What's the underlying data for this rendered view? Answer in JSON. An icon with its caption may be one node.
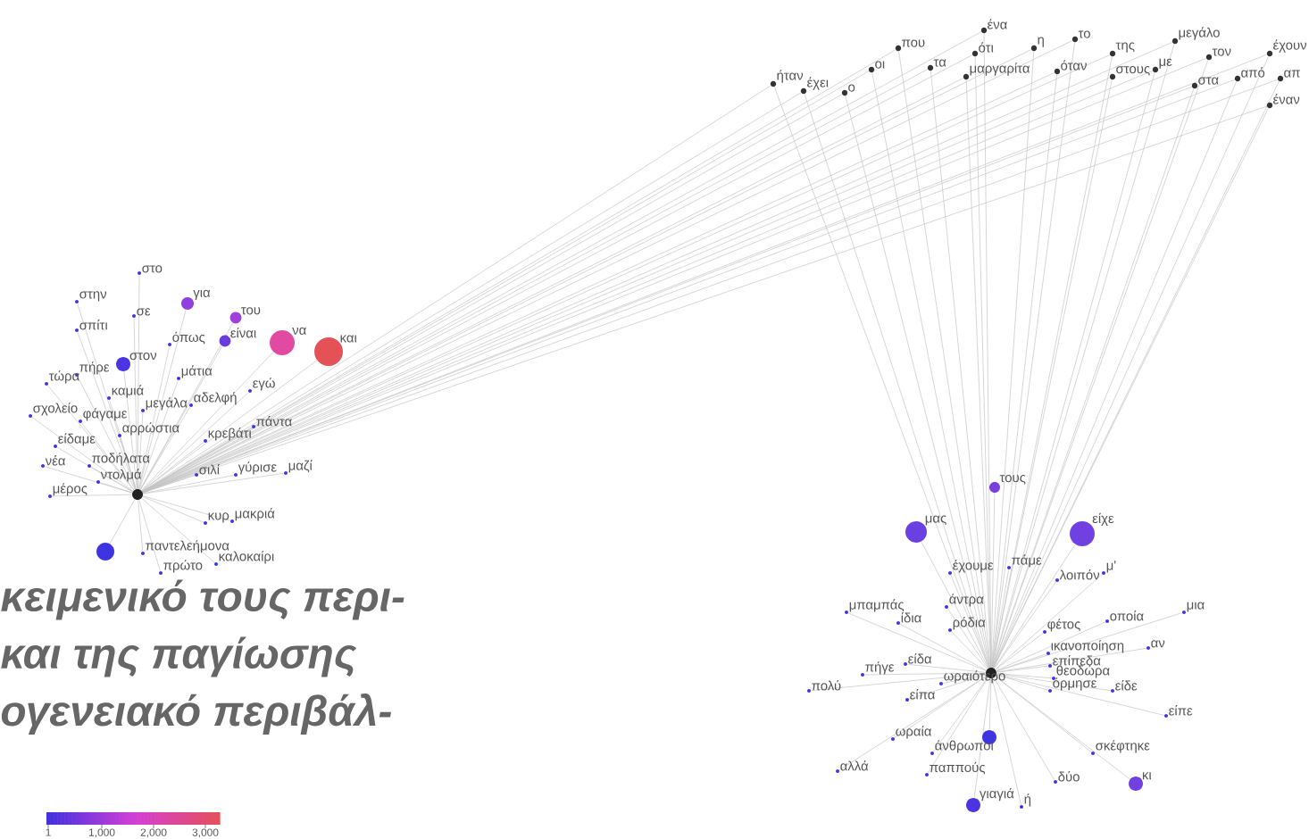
{
  "diagram": {
    "nodes": [
      {
        "text": [
          "ήταν"
        ]
      },
      {
        "text": [
          "έχει"
        ]
      },
      {
        "text": [
          "ο"
        ]
      },
      {
        "text": [
          "οι"
        ]
      },
      {
        "text": [
          "που"
        ]
      },
      {
        "text": [
          "τα"
        ]
      },
      {
        "text": [
          "ένα"
        ]
      },
      {
        "text": [
          "ότι"
        ]
      },
      {
        "text": [
          "μαργαρίτα"
        ]
      },
      {
        "text": [
          "η"
        ]
      },
      {
        "text": [
          "το"
        ]
      },
      {
        "text": [
          "όταν"
        ]
      },
      {
        "text": [
          "της"
        ]
      },
      {
        "text": [
          "στους"
        ]
      },
      {
        "text": [
          "με"
        ]
      },
      {
        "text": [
          "μεγάλο"
        ]
      },
      {
        "text": [
          "τον"
        ]
      },
      {
        "text": [
          "στα"
        ]
      },
      {
        "text": [
          "από"
        ]
      },
      {
        "text": [
          "έχουν"
        ]
      },
      {
        "text": [
          "απ"
        ]
      },
      {
        "text": [
          "έναν"
        ]
      },
      {
        "text": [],
        "shape": "circle"
      },
      {
        "text": [
          "στο"
        ]
      },
      {
        "text": [
          "στην"
        ]
      },
      {
        "text": [
          "για"
        ]
      },
      {
        "text": [
          "σε"
        ]
      },
      {
        "text": [
          "του"
        ]
      },
      {
        "text": [
          "σπίτι"
        ]
      },
      {
        "text": [
          "είναι"
        ]
      },
      {
        "text": [
          "όπως"
        ]
      },
      {
        "text": [
          "να"
        ]
      },
      {
        "text": [
          "στον"
        ]
      },
      {
        "text": [
          "πήρε"
        ]
      },
      {
        "text": [
          "μάτια"
        ]
      },
      {
        "text": [
          "και"
        ]
      },
      {
        "text": [
          "τώρα"
        ]
      },
      {
        "text": [
          "εγώ"
        ]
      },
      {
        "text": [
          "καμιά"
        ]
      },
      {
        "text": [
          "αδελφή"
        ]
      },
      {
        "text": [
          "μεγάλα"
        ]
      },
      {
        "text": [
          "σχολείο"
        ]
      },
      {
        "text": [
          "φάγαμε"
        ]
      },
      {
        "text": [
          "πάντα"
        ]
      },
      {
        "text": [
          "αρρώστια"
        ]
      },
      {
        "text": [
          "κρεβάτι"
        ]
      },
      {
        "text": [
          "είδαμε"
        ]
      },
      {
        "text": [
          "νέα"
        ]
      },
      {
        "text": [
          "ποδήλατα"
        ]
      },
      {
        "text": [
          "σιλί"
        ]
      },
      {
        "text": [
          "γύρισε"
        ]
      },
      {
        "text": [
          "μαζί"
        ]
      },
      {
        "text": [
          "ντολμά"
        ]
      },
      {
        "text": [
          "μέρος"
        ]
      },
      {
        "text": [
          "μακριά"
        ]
      },
      {
        "text": [
          "κυρ"
        ]
      },
      {
        "text": [],
        "shape": "circle"
      },
      {
        "text": [
          "παντελεήμονα"
        ]
      },
      {
        "text": [
          "καλοκαίρι"
        ]
      },
      {
        "text": [
          "πρώτο"
        ]
      },
      {
        "text": [],
        "shape": "circle"
      },
      {
        "text": [
          "τους"
        ]
      },
      {
        "text": [
          "μας"
        ]
      },
      {
        "text": [
          "είχε"
        ]
      },
      {
        "text": [
          "έχουμε"
        ]
      },
      {
        "text": [
          "πάμε"
        ]
      },
      {
        "text": [
          "λοιπόν"
        ]
      },
      {
        "text": [
          "μ'"
        ]
      },
      {
        "text": [
          "μπαμπάς"
        ]
      },
      {
        "text": [
          "άντρα"
        ]
      },
      {
        "text": [
          "μια"
        ]
      },
      {
        "text": [
          "ίδια"
        ]
      },
      {
        "text": [
          "οποία"
        ]
      },
      {
        "text": [
          "ρόδια"
        ]
      },
      {
        "text": [
          "φέτος"
        ]
      },
      {
        "text": [
          "αν"
        ]
      },
      {
        "text": [
          "ικανοποίηση"
        ]
      },
      {
        "text": [
          "είδα"
        ]
      },
      {
        "text": [
          "επίπεδα"
        ]
      },
      {
        "text": [
          "πήγε"
        ]
      },
      {
        "text": [
          "θεοδώρα"
        ]
      },
      {
        "text": [
          "ωραιότερο"
        ]
      },
      {
        "text": [
          "όρμησε"
        ]
      },
      {
        "text": [
          "πολύ"
        ]
      },
      {
        "text": [
          "είδε"
        ]
      },
      {
        "text": [
          "είπα"
        ]
      },
      {
        "text": [
          "είπε"
        ]
      },
      {
        "text": [],
        "shape": "circle"
      },
      {
        "text": [
          "ωραία"
        ]
      },
      {
        "text": [
          "άνθρωποι"
        ]
      },
      {
        "text": [
          "σκέφτηκε"
        ]
      },
      {
        "text": [
          "αλλά"
        ]
      },
      {
        "text": [
          "παππούς"
        ]
      },
      {
        "text": [
          "δύο"
        ]
      },
      {
        "text": [
          "κι"
        ]
      },
      {
        "text": [
          "γιαγιά"
        ]
      },
      {
        "text": [
          "ή"
        ]
      }
    ],
    "edges": [
      {
        "from": 0,
        "to": 22,
        "arrow": "none"
      },
      {
        "from": 0,
        "to": 60,
        "arrow": "none"
      },
      {
        "from": 1,
        "to": 22,
        "arrow": "none"
      },
      {
        "from": 1,
        "to": 60,
        "arrow": "none"
      },
      {
        "from": 2,
        "to": 22,
        "arrow": "none"
      },
      {
        "from": 2,
        "to": 60,
        "arrow": "none"
      },
      {
        "from": 3,
        "to": 22,
        "arrow": "none"
      },
      {
        "from": 3,
        "to": 60,
        "arrow": "none"
      },
      {
        "from": 4,
        "to": 22,
        "arrow": "none"
      },
      {
        "from": 4,
        "to": 60,
        "arrow": "none"
      },
      {
        "from": 5,
        "to": 22,
        "arrow": "none"
      },
      {
        "from": 5,
        "to": 60,
        "arrow": "none"
      },
      {
        "from": 6,
        "to": 22,
        "arrow": "none"
      },
      {
        "from": 6,
        "to": 60,
        "arrow": "none"
      },
      {
        "from": 7,
        "to": 22,
        "arrow": "none"
      },
      {
        "from": 7,
        "to": 60,
        "arrow": "none"
      },
      {
        "from": 8,
        "to": 22,
        "arrow": "none"
      },
      {
        "from": 8,
        "to": 60,
        "arrow": "none"
      },
      {
        "from": 9,
        "to": 22,
        "arrow": "none"
      },
      {
        "from": 9,
        "to": 60,
        "arrow": "none"
      },
      {
        "from": 10,
        "to": 22,
        "arrow": "none"
      },
      {
        "from": 10,
        "to": 60,
        "arrow": "none"
      },
      {
        "from": 11,
        "to": 22,
        "arrow": "none"
      },
      {
        "from": 11,
        "to": 60,
        "arrow": "none"
      },
      {
        "from": 12,
        "to": 22,
        "arrow": "none"
      },
      {
        "from": 12,
        "to": 60,
        "arrow": "none"
      },
      {
        "from": 13,
        "to": 22,
        "arrow": "none"
      },
      {
        "from": 13,
        "to": 60,
        "arrow": "none"
      },
      {
        "from": 14,
        "to": 22,
        "arrow": "none"
      },
      {
        "from": 14,
        "to": 60,
        "arrow": "none"
      },
      {
        "from": 15,
        "to": 22,
        "arrow": "none"
      },
      {
        "from": 15,
        "to": 60,
        "arrow": "none"
      },
      {
        "from": 16,
        "to": 22,
        "arrow": "none"
      },
      {
        "from": 16,
        "to": 60,
        "arrow": "none"
      },
      {
        "from": 17,
        "to": 22,
        "arrow": "none"
      },
      {
        "from": 17,
        "to": 60,
        "arrow": "none"
      },
      {
        "from": 18,
        "to": 22,
        "arrow": "none"
      },
      {
        "from": 18,
        "to": 60,
        "arrow": "none"
      },
      {
        "from": 19,
        "to": 22,
        "arrow": "none"
      },
      {
        "from": 19,
        "to": 60,
        "arrow": "none"
      },
      {
        "from": 20,
        "to": 22,
        "arrow": "none"
      },
      {
        "from": 20,
        "to": 60,
        "arrow": "none"
      },
      {
        "from": 21,
        "to": 22,
        "arrow": "none"
      },
      {
        "from": 21,
        "to": 60,
        "arrow": "none"
      },
      {
        "from": 23,
        "to": 22,
        "arrow": "none"
      },
      {
        "from": 24,
        "to": 22,
        "arrow": "none"
      },
      {
        "from": 25,
        "to": 22,
        "arrow": "none"
      },
      {
        "from": 26,
        "to": 22,
        "arrow": "none"
      },
      {
        "from": 27,
        "to": 22,
        "arrow": "none"
      },
      {
        "from": 28,
        "to": 22,
        "arrow": "none"
      },
      {
        "from": 29,
        "to": 22,
        "arrow": "none"
      },
      {
        "from": 30,
        "to": 22,
        "arrow": "none"
      },
      {
        "from": 31,
        "to": 22,
        "arrow": "none"
      },
      {
        "from": 32,
        "to": 22,
        "arrow": "none"
      },
      {
        "from": 33,
        "to": 22,
        "arrow": "none"
      },
      {
        "from": 34,
        "to": 22,
        "arrow": "none"
      },
      {
        "from": 35,
        "to": 22,
        "arrow": "none"
      },
      {
        "from": 36,
        "to": 22,
        "arrow": "none"
      },
      {
        "from": 37,
        "to": 22,
        "arrow": "none"
      },
      {
        "from": 38,
        "to": 22,
        "arrow": "none"
      },
      {
        "from": 39,
        "to": 22,
        "arrow": "none"
      },
      {
        "from": 40,
        "to": 22,
        "arrow": "none"
      },
      {
        "from": 41,
        "to": 22,
        "arrow": "none"
      },
      {
        "from": 42,
        "to": 22,
        "arrow": "none"
      },
      {
        "from": 43,
        "to": 22,
        "arrow": "none"
      },
      {
        "from": 44,
        "to": 22,
        "arrow": "none"
      },
      {
        "from": 45,
        "to": 22,
        "arrow": "none"
      },
      {
        "from": 46,
        "to": 22,
        "arrow": "none"
      },
      {
        "from": 47,
        "to": 22,
        "arrow": "none"
      },
      {
        "from": 48,
        "to": 22,
        "arrow": "none"
      },
      {
        "from": 49,
        "to": 22,
        "arrow": "none"
      },
      {
        "from": 50,
        "to": 22,
        "arrow": "none"
      },
      {
        "from": 51,
        "to": 22,
        "arrow": "none"
      },
      {
        "from": 52,
        "to": 22,
        "arrow": "none"
      },
      {
        "from": 53,
        "to": 22,
        "arrow": "none"
      },
      {
        "from": 54,
        "to": 22,
        "arrow": "none"
      },
      {
        "from": 55,
        "to": 22,
        "arrow": "none"
      },
      {
        "from": 56,
        "to": 22,
        "arrow": "none"
      },
      {
        "from": 57,
        "to": 22,
        "arrow": "none"
      },
      {
        "from": 58,
        "to": 22,
        "arrow": "none"
      },
      {
        "from": 59,
        "to": 22,
        "arrow": "none"
      },
      {
        "from": 61,
        "to": 60,
        "arrow": "none"
      },
      {
        "from": 62,
        "to": 60,
        "arrow": "none"
      },
      {
        "from": 63,
        "to": 60,
        "arrow": "none"
      },
      {
        "from": 64,
        "to": 60,
        "arrow": "none"
      },
      {
        "from": 65,
        "to": 60,
        "arrow": "none"
      },
      {
        "from": 66,
        "to": 60,
        "arrow": "none"
      },
      {
        "from": 67,
        "to": 60,
        "arrow": "none"
      },
      {
        "from": 68,
        "to": 60,
        "arrow": "none"
      },
      {
        "from": 69,
        "to": 60,
        "arrow": "none"
      },
      {
        "from": 70,
        "to": 60,
        "arrow": "none"
      },
      {
        "from": 71,
        "to": 60,
        "arrow": "none"
      },
      {
        "from": 72,
        "to": 60,
        "arrow": "none"
      },
      {
        "from": 73,
        "to": 60,
        "arrow": "none"
      },
      {
        "from": 74,
        "to": 60,
        "arrow": "none"
      },
      {
        "from": 75,
        "to": 60,
        "arrow": "none"
      },
      {
        "from": 76,
        "to": 60,
        "arrow": "none"
      },
      {
        "from": 77,
        "to": 60,
        "arrow": "none"
      },
      {
        "from": 78,
        "to": 60,
        "arrow": "none"
      },
      {
        "from": 79,
        "to": 60,
        "arrow": "none"
      },
      {
        "from": 80,
        "to": 60,
        "arrow": "none"
      },
      {
        "from": 81,
        "to": 60,
        "arrow": "none"
      },
      {
        "from": 82,
        "to": 60,
        "arrow": "none"
      },
      {
        "from": 83,
        "to": 60,
        "arrow": "none"
      },
      {
        "from": 84,
        "to": 60,
        "arrow": "none"
      },
      {
        "from": 85,
        "to": 60,
        "arrow": "none"
      },
      {
        "from": 86,
        "to": 60,
        "arrow": "none"
      },
      {
        "from": 87,
        "to": 60,
        "arrow": "none"
      },
      {
        "from": 88,
        "to": 60,
        "arrow": "none"
      },
      {
        "from": 89,
        "to": 60,
        "arrow": "none"
      },
      {
        "from": 90,
        "to": 60,
        "arrow": "none"
      },
      {
        "from": 91,
        "to": 60,
        "arrow": "none"
      },
      {
        "from": 92,
        "to": 60,
        "arrow": "none"
      },
      {
        "from": 93,
        "to": 60,
        "arrow": "none"
      },
      {
        "from": 94,
        "to": 60,
        "arrow": "none"
      },
      {
        "from": 95,
        "to": 60,
        "arrow": "none"
      },
      {
        "from": 96,
        "to": 60,
        "arrow": "none"
      }
    ],
    "labels": [
      "κειμενικό τους περι-",
      "και της παγίωσης",
      "ογενειακό περιβάλ-",
      "1",
      "1,000",
      "2,000",
      "3,000"
    ]
  }
}
